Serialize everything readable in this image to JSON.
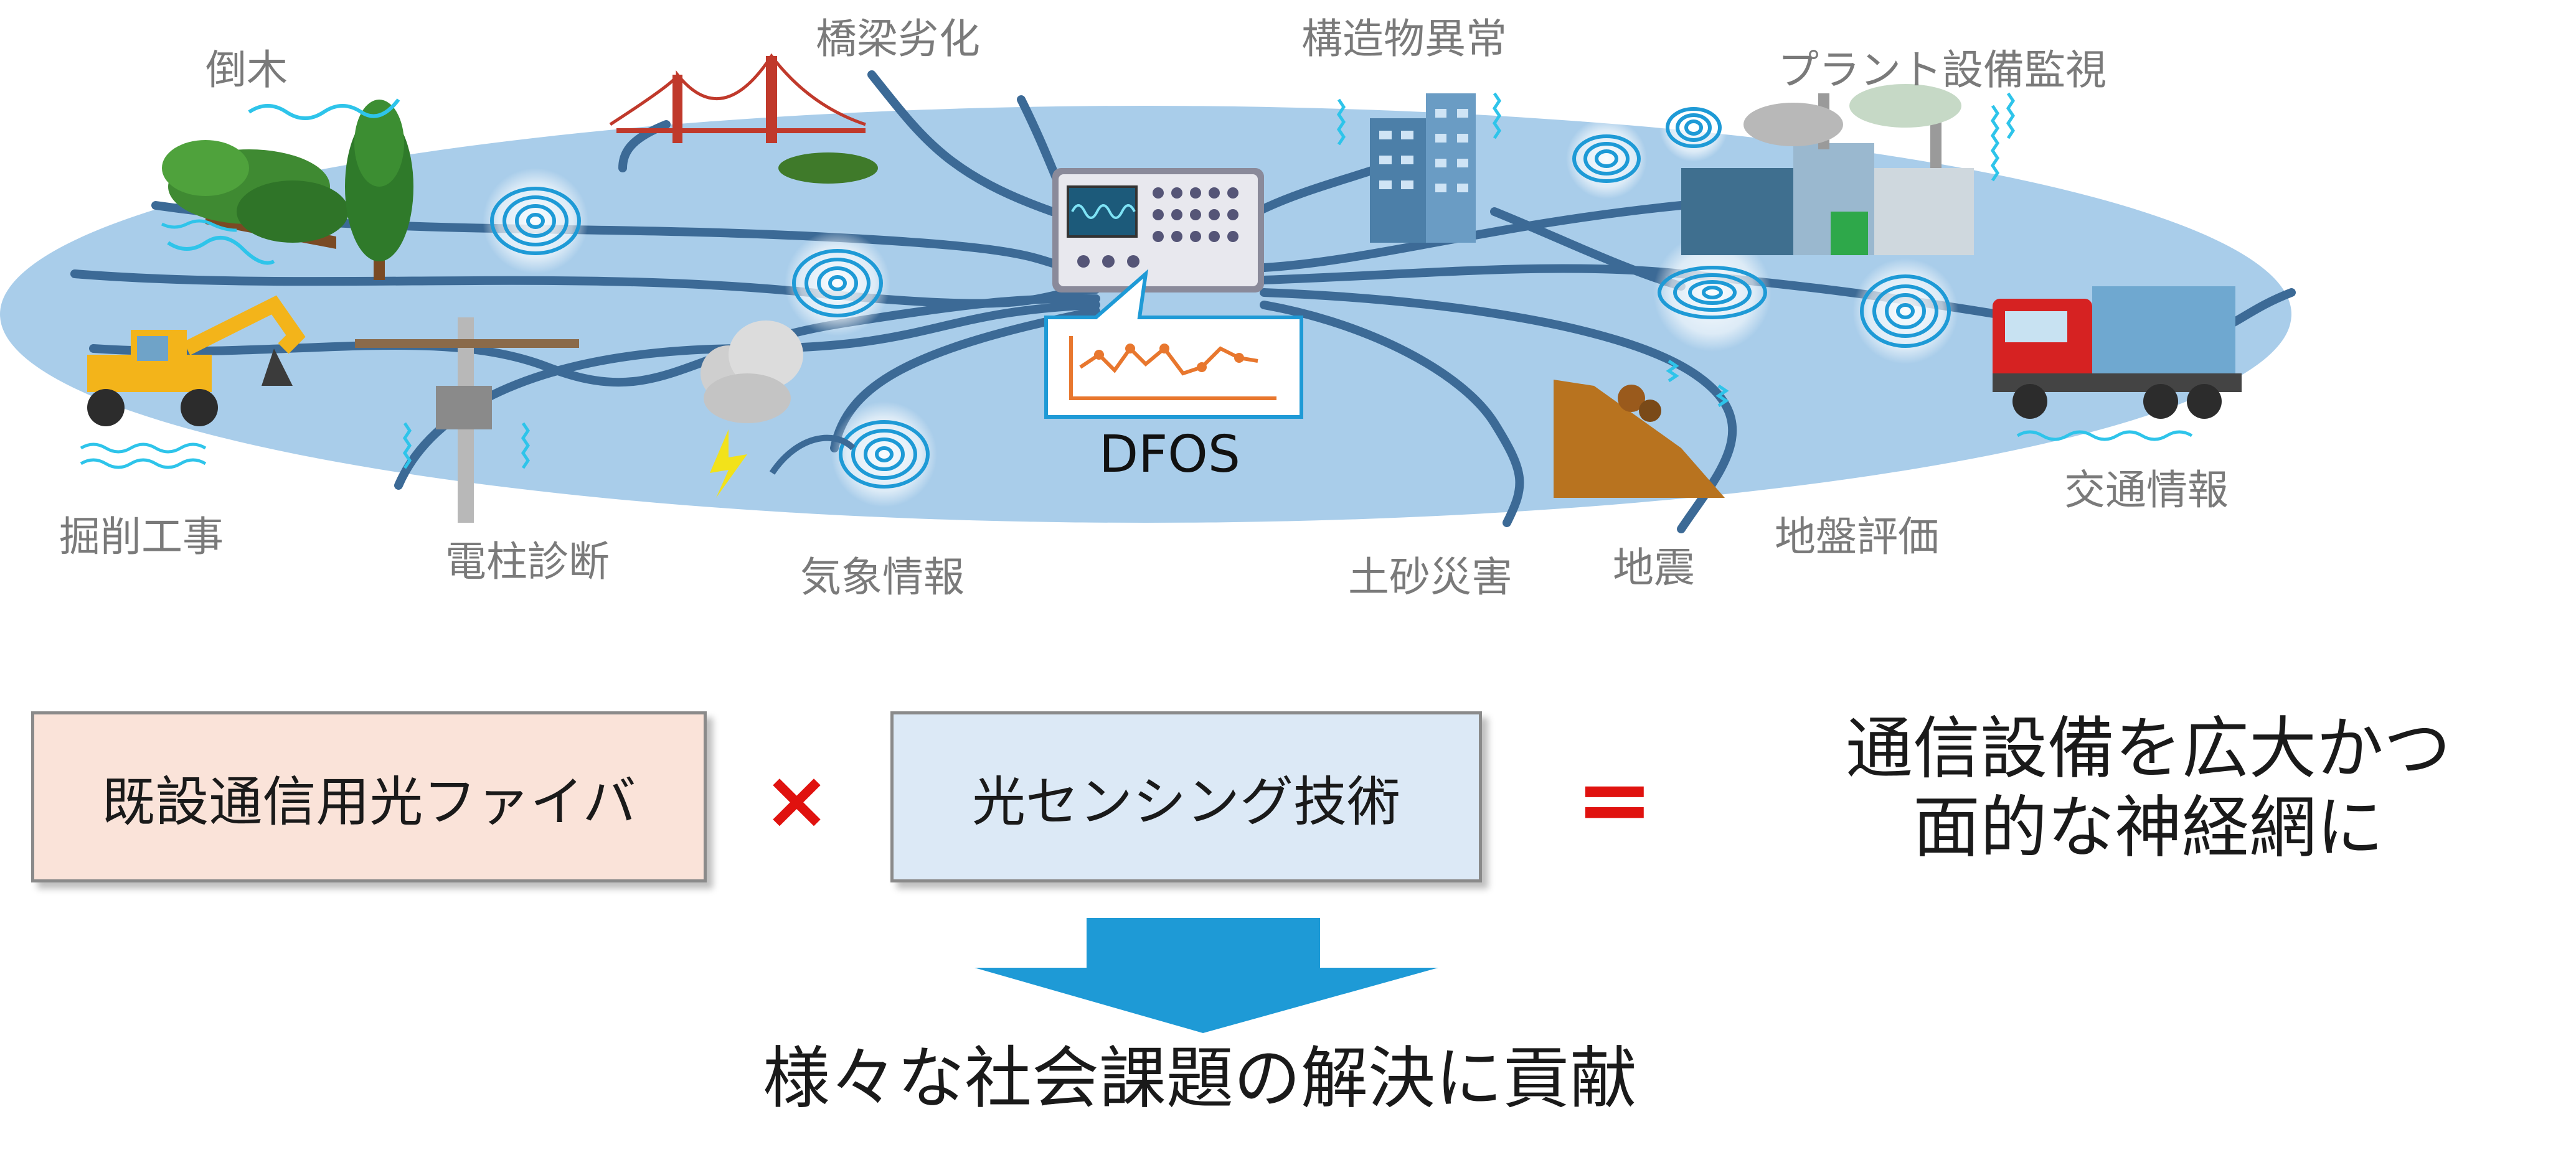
{
  "diagram": {
    "center_label": "DFOS",
    "colors": {
      "ellipse": "#a9cdea",
      "fiber": "#3c6a96",
      "sensor_ring": "#1e9ad6",
      "box_fiber_fill": "#fae3d9",
      "box_sensing_fill": "#dce9f6",
      "operator_red": "#e0120f",
      "arrow_blue": "#1e9ad6",
      "graph_orange": "#e8772e"
    },
    "labels": {
      "fallen_tree": "倒木",
      "bridge": "橋梁劣化",
      "structure": "構造物異常",
      "plant": "プラント設備監視",
      "excavation": "掘削工事",
      "utility_pole": "電柱診断",
      "weather": "気象情報",
      "landslide": "土砂災害",
      "earthquake": "地震",
      "ground": "地盤評価",
      "traffic": "交通情報"
    }
  },
  "equation": {
    "box_fiber": "既設通信用光ファイバ",
    "times_symbol": "×",
    "box_sensing": "光センシング技術",
    "equals_symbol": "=",
    "result_line1": "通信設備を広大かつ",
    "result_line2": "面的な神経網に"
  },
  "conclusion": "様々な社会課題の解決に貢献"
}
